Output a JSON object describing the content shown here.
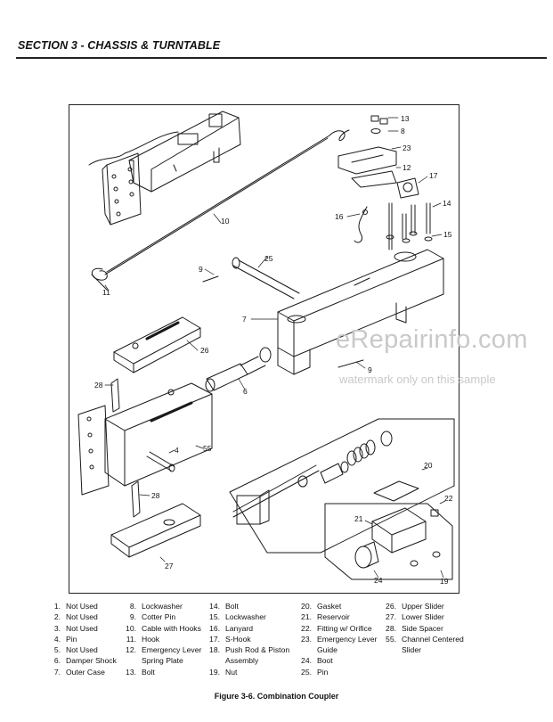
{
  "header": {
    "section_title": "SECTION 3 - CHASSIS & TURNTABLE"
  },
  "watermark": {
    "main": "eRepairinfo.com",
    "sub": "watermark only on this sample"
  },
  "callouts": [
    "13",
    "8",
    "23",
    "12",
    "17",
    "16",
    "14",
    "15",
    "10",
    "25",
    "9",
    "11",
    "7",
    "26",
    "9",
    "28",
    "6",
    "4",
    "55",
    "20",
    "22",
    "21",
    "28",
    "27",
    "24",
    "19"
  ],
  "legend_columns": [
    [
      {
        "num": "1.",
        "text": "Not Used"
      },
      {
        "num": "2.",
        "text": "Not Used"
      },
      {
        "num": "3.",
        "text": "Not Used"
      },
      {
        "num": "4.",
        "text": "Pin"
      },
      {
        "num": "5.",
        "text": "Not Used"
      },
      {
        "num": "6.",
        "text": "Damper Shock"
      },
      {
        "num": "7.",
        "text": "Outer Case"
      }
    ],
    [
      {
        "num": "8.",
        "text": "Lockwasher"
      },
      {
        "num": "9.",
        "text": "Cotter Pin"
      },
      {
        "num": "10.",
        "text": "Cable with Hooks"
      },
      {
        "num": "11.",
        "text": "Hook"
      },
      {
        "num": "12.",
        "text": "Emergency Lever",
        "cont": "Spring Plate"
      },
      {
        "num": "13.",
        "text": "Bolt"
      }
    ],
    [
      {
        "num": "14.",
        "text": "Bolt"
      },
      {
        "num": "15.",
        "text": "Lockwasher"
      },
      {
        "num": "16.",
        "text": "Lanyard"
      },
      {
        "num": "17.",
        "text": "S-Hook"
      },
      {
        "num": "18.",
        "text": "Push Rod & Piston",
        "cont": "Assembly"
      },
      {
        "num": "19.",
        "text": "Nut"
      }
    ],
    [
      {
        "num": "20.",
        "text": "Gasket"
      },
      {
        "num": "21.",
        "text": "Reservoir"
      },
      {
        "num": "22.",
        "text": "Fitting w/ Orifice"
      },
      {
        "num": "23.",
        "text": "Emergency Lever",
        "cont": "Guide"
      },
      {
        "num": "24.",
        "text": "Boot"
      },
      {
        "num": "25.",
        "text": "Pin"
      }
    ],
    [
      {
        "num": "26.",
        "text": "Upper Slider"
      },
      {
        "num": "27.",
        "text": "Lower Slider"
      },
      {
        "num": "28.",
        "text": "Side Spacer"
      },
      {
        "num": "55.",
        "text": "Channel Centered",
        "cont": "Slider"
      }
    ]
  ],
  "caption": "Figure 3-6.  Combination Coupler"
}
